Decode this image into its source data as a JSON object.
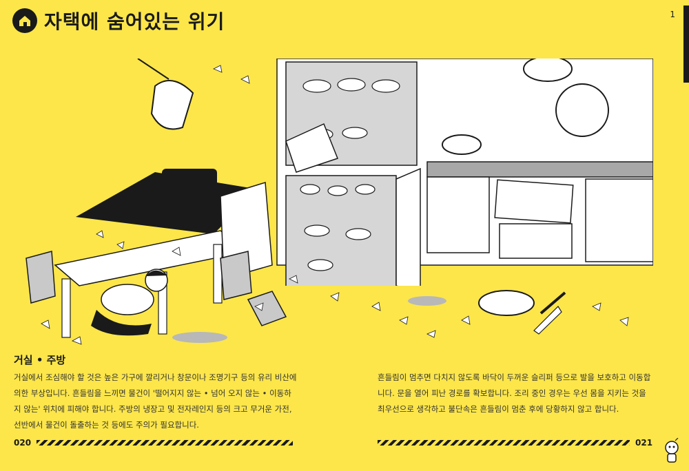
{
  "header": {
    "title": "자택에 숨어있는 위기",
    "page_number": "1"
  },
  "section": {
    "title": "거실 • 주방"
  },
  "paragraphs": {
    "left": "거실에서 조심해야 할 것은 높은 가구에 깔리거나 창문이나 조명기구 등의 유리 비산에 의한 부상입니다. 흔들림을 느끼면 물건이 '떨어지지 않는 • 넘어 오지 않는 • 이동하지 않는' 위치에 피해야 합니다. 주방의 냉장고 및 전자레인지 등의 크고 무거운 가전, 선반에서 물건이 돌출하는 것 등에도 주의가 필요합니다.",
    "right": "흔들림이 멈추면 다치지 않도록 바닥이 두꺼운 슬리퍼 등으로 발을 보호하고 이동합니다. 문을 열어 피난 경로를 확보합니다. 조리 중인 경우는 우선 몸을 지키는 것을 최우선으로 생각하고 불단속은 흔들림이 멈춘 후에 당황하지 않고 합니다."
  },
  "footer": {
    "left_page": "020",
    "right_page": "021"
  },
  "colors": {
    "background": "#fce64a",
    "ink": "#1a1a1a",
    "gray": "#c9c9c9"
  },
  "icons": [
    "home-icon",
    "mascot-icon"
  ]
}
